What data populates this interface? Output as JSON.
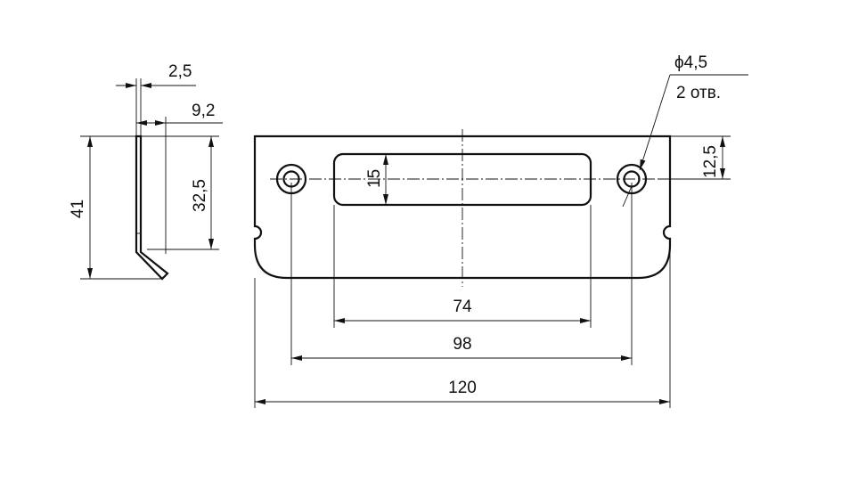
{
  "dimensions": {
    "side_thickness": "2,5",
    "side_offset": "9,2",
    "side_height": "41",
    "side_upper_height": "32,5",
    "slot_height": "15",
    "hole_offset": "12,5",
    "hole_diameter": "ϕ4,5",
    "hole_count": "2 отв.",
    "slot_length": "74",
    "hole_spacing": "98",
    "overall_length": "120"
  }
}
